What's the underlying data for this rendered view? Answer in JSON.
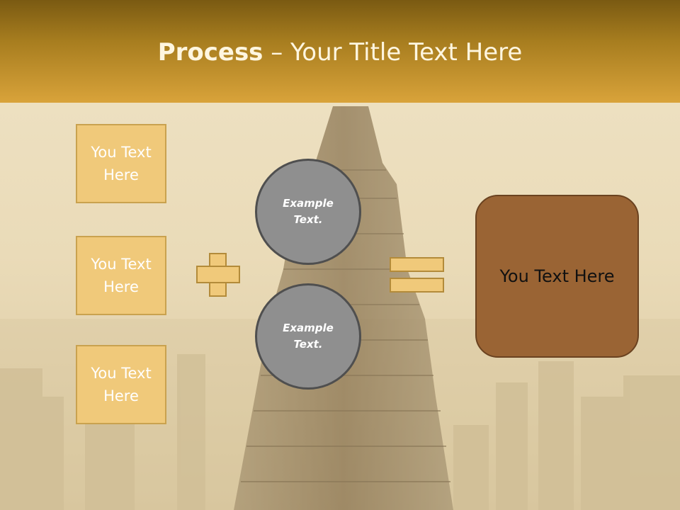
{
  "slide": {
    "title": {
      "bold": "Process",
      "rest": " – Your Title Text Here"
    },
    "left_boxes": [
      {
        "label": "You Text Here"
      },
      {
        "label": "You Text Here"
      },
      {
        "label": "You Text Here"
      }
    ],
    "circles": [
      {
        "label": "Example Text."
      },
      {
        "label": "Example Text."
      }
    ],
    "result": {
      "label": "You Text Here"
    },
    "colors": {
      "header_top": "#7a5a12",
      "header_bottom": "#d9a33a",
      "box_fill": "#f0c97a",
      "box_border": "#c9a24f",
      "circle_fill": "#8f8f8f",
      "circle_border": "#4f4f4f",
      "result_fill": "#9a6434"
    }
  }
}
